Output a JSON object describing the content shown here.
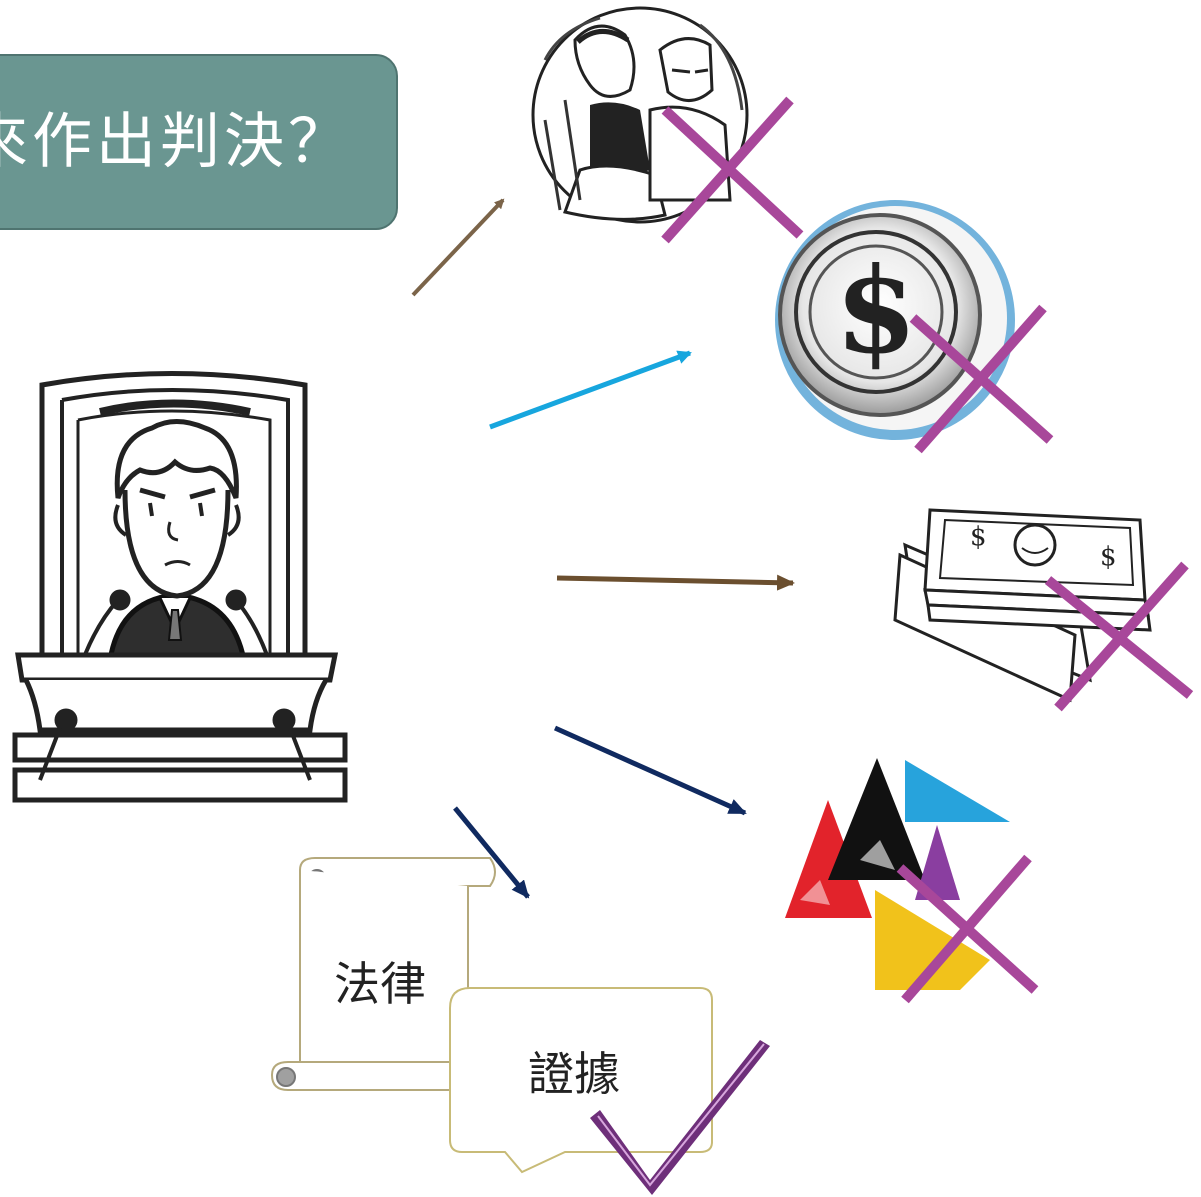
{
  "title": "來作出判決？",
  "colors": {
    "title_bg": "#6a9691",
    "cross": "#a8479a",
    "check": "#6e2f7a",
    "arrow_brown": "#7b6449",
    "arrow_cyan": "#17a6de",
    "arrow_navy": "#102a60"
  },
  "items": [
    {
      "icon": "quarrel-couple-icon",
      "status": "cross"
    },
    {
      "icon": "coin-icon",
      "status": "cross"
    },
    {
      "icon": "cash-stack-icon",
      "status": "cross"
    },
    {
      "icon": "colorful-triangles-icon",
      "status": "cross"
    },
    {
      "icon": "law-evidence-documents-icon",
      "status": "check"
    }
  ],
  "labels": {
    "law": "法律",
    "evidence": "證據"
  },
  "judge": {
    "icon": "judge-at-podium-icon"
  }
}
